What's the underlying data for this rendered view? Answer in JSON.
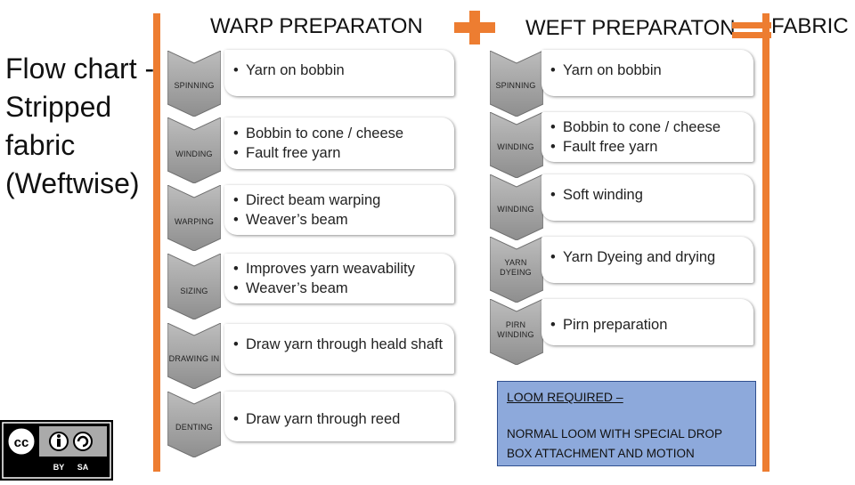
{
  "slide_title": "Flow chart -\nStripped\nfabric\n(Weftwise)",
  "headings": {
    "warp": "WARP PREPARATON",
    "weft": "WEFT PREPARATON",
    "fabric": "FABRIC"
  },
  "operators": {
    "plus": "+",
    "equals": "="
  },
  "warp_steps": [
    {
      "label": "SPINNING",
      "bullets": [
        "Yarn on bobbin"
      ]
    },
    {
      "label": "WINDING",
      "bullets": [
        "Bobbin to cone / cheese",
        "Fault free yarn"
      ]
    },
    {
      "label": "WARPING",
      "bullets": [
        "Direct beam warping",
        "Weaver’s beam"
      ]
    },
    {
      "label": "SIZING",
      "bullets": [
        "Improves yarn weavability",
        "Weaver’s beam"
      ]
    },
    {
      "label": "DRAWING IN",
      "bullets": [
        "Draw yarn through heald shaft"
      ]
    },
    {
      "label": "DENTING",
      "bullets": [
        "Draw yarn through reed"
      ]
    }
  ],
  "weft_steps": [
    {
      "label": "SPINNING",
      "bullets": [
        "Yarn on bobbin"
      ]
    },
    {
      "label": "WINDING",
      "bullets": [
        "Bobbin to cone / cheese",
        "Fault free yarn"
      ]
    },
    {
      "label": "WINDING",
      "bullets": [
        "Soft winding"
      ]
    },
    {
      "label": "YARN DYEING",
      "bullets": [
        "Yarn Dyeing and drying"
      ]
    },
    {
      "label": "PIRN WINDING",
      "bullets": [
        "Pirn preparation"
      ]
    }
  ],
  "loom": {
    "title": "LOOM REQUIRED –",
    "text": "NORMAL LOOM WITH SPECIAL DROP BOX ATTACHMENT AND MOTION"
  },
  "license": {
    "cc": "cc",
    "by": "BY",
    "sa": "SA"
  },
  "colors": {
    "accent_orange": "#ed7d31",
    "chevron_fill": "#8e8e8e",
    "chevron_light": "#bdbdbd",
    "loom_fill": "#8da9db"
  }
}
